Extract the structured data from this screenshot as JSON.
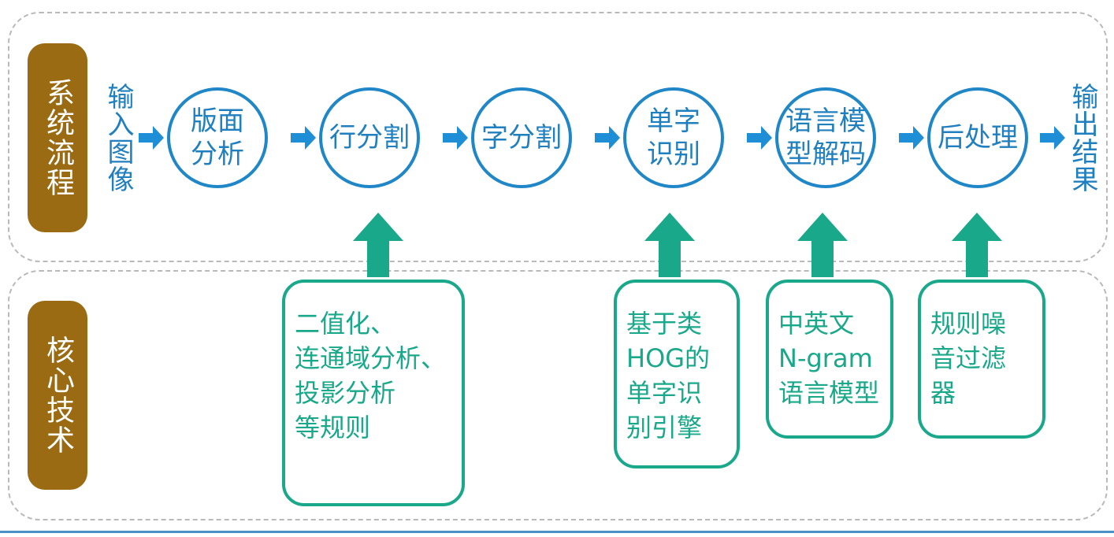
{
  "lanes": {
    "flow_label": "系统流程",
    "tech_label": "核心技术"
  },
  "flow": {
    "input": "输入图像",
    "output": "输出结果",
    "steps": [
      "版面\n分析",
      "行分割",
      "字分割",
      "单字\n识别",
      "语言模\n型解码",
      "后处理"
    ]
  },
  "tech": {
    "boxes": [
      "二值化、\n连通域分析、\n投影分析\n等规则",
      "基于类\nHOG的\n单字识\n别引擎",
      "中英文\nN-gram\n语言模型",
      "规则噪\n音过滤\n器"
    ]
  },
  "colors": {
    "step_blue": "#1f87c8",
    "arrow_blue": "#1e8fd6",
    "tech_green": "#1aa88a",
    "label_brown": "#9a6b12",
    "panel_border": "#b9b9b9"
  }
}
